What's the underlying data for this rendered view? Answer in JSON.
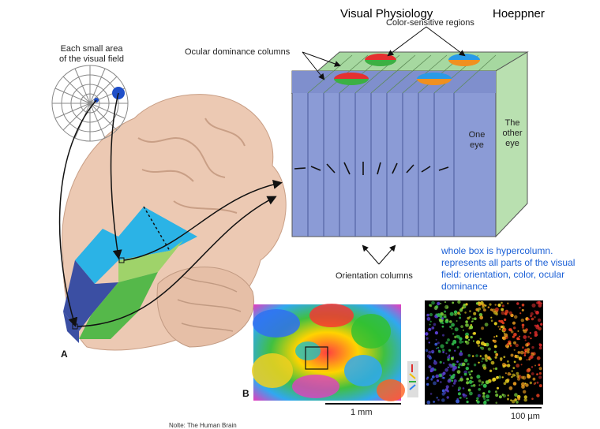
{
  "header": {
    "course": "Visual Physiology",
    "author": "Hoeppner"
  },
  "figure": {
    "visual_field_label_line1": "Each small area",
    "visual_field_label_line2": "of the visual field",
    "ocular_dominance_label": "Ocular dominance columns",
    "color_regions_label": "Color-sensitive regions",
    "one_eye_line1": "One",
    "one_eye_line2": "eye",
    "other_eye_line1": "The",
    "other_eye_line2": "other",
    "other_eye_line3": "eye",
    "orientation_label": "Orientation columns",
    "panel_a": "A",
    "panel_b": "B",
    "scale_1mm": "1 mm",
    "scale_100um": "100 µm",
    "source": "Nolte: The Human Brain"
  },
  "annotation": {
    "line1": "whole box is hypercolumn.",
    "line2": "represents all parts of the visual",
    "line3": "field: orientation, color, ocular",
    "line4": "dominance"
  },
  "colors": {
    "annotation_text": "#1a5fd6",
    "column_blue": "#8b9bd6",
    "column_green": "#b9e0b0",
    "v1_cyan": "#2bb3e6",
    "v1_green": "#55b84a",
    "v1_navy": "#3b4fa3"
  }
}
